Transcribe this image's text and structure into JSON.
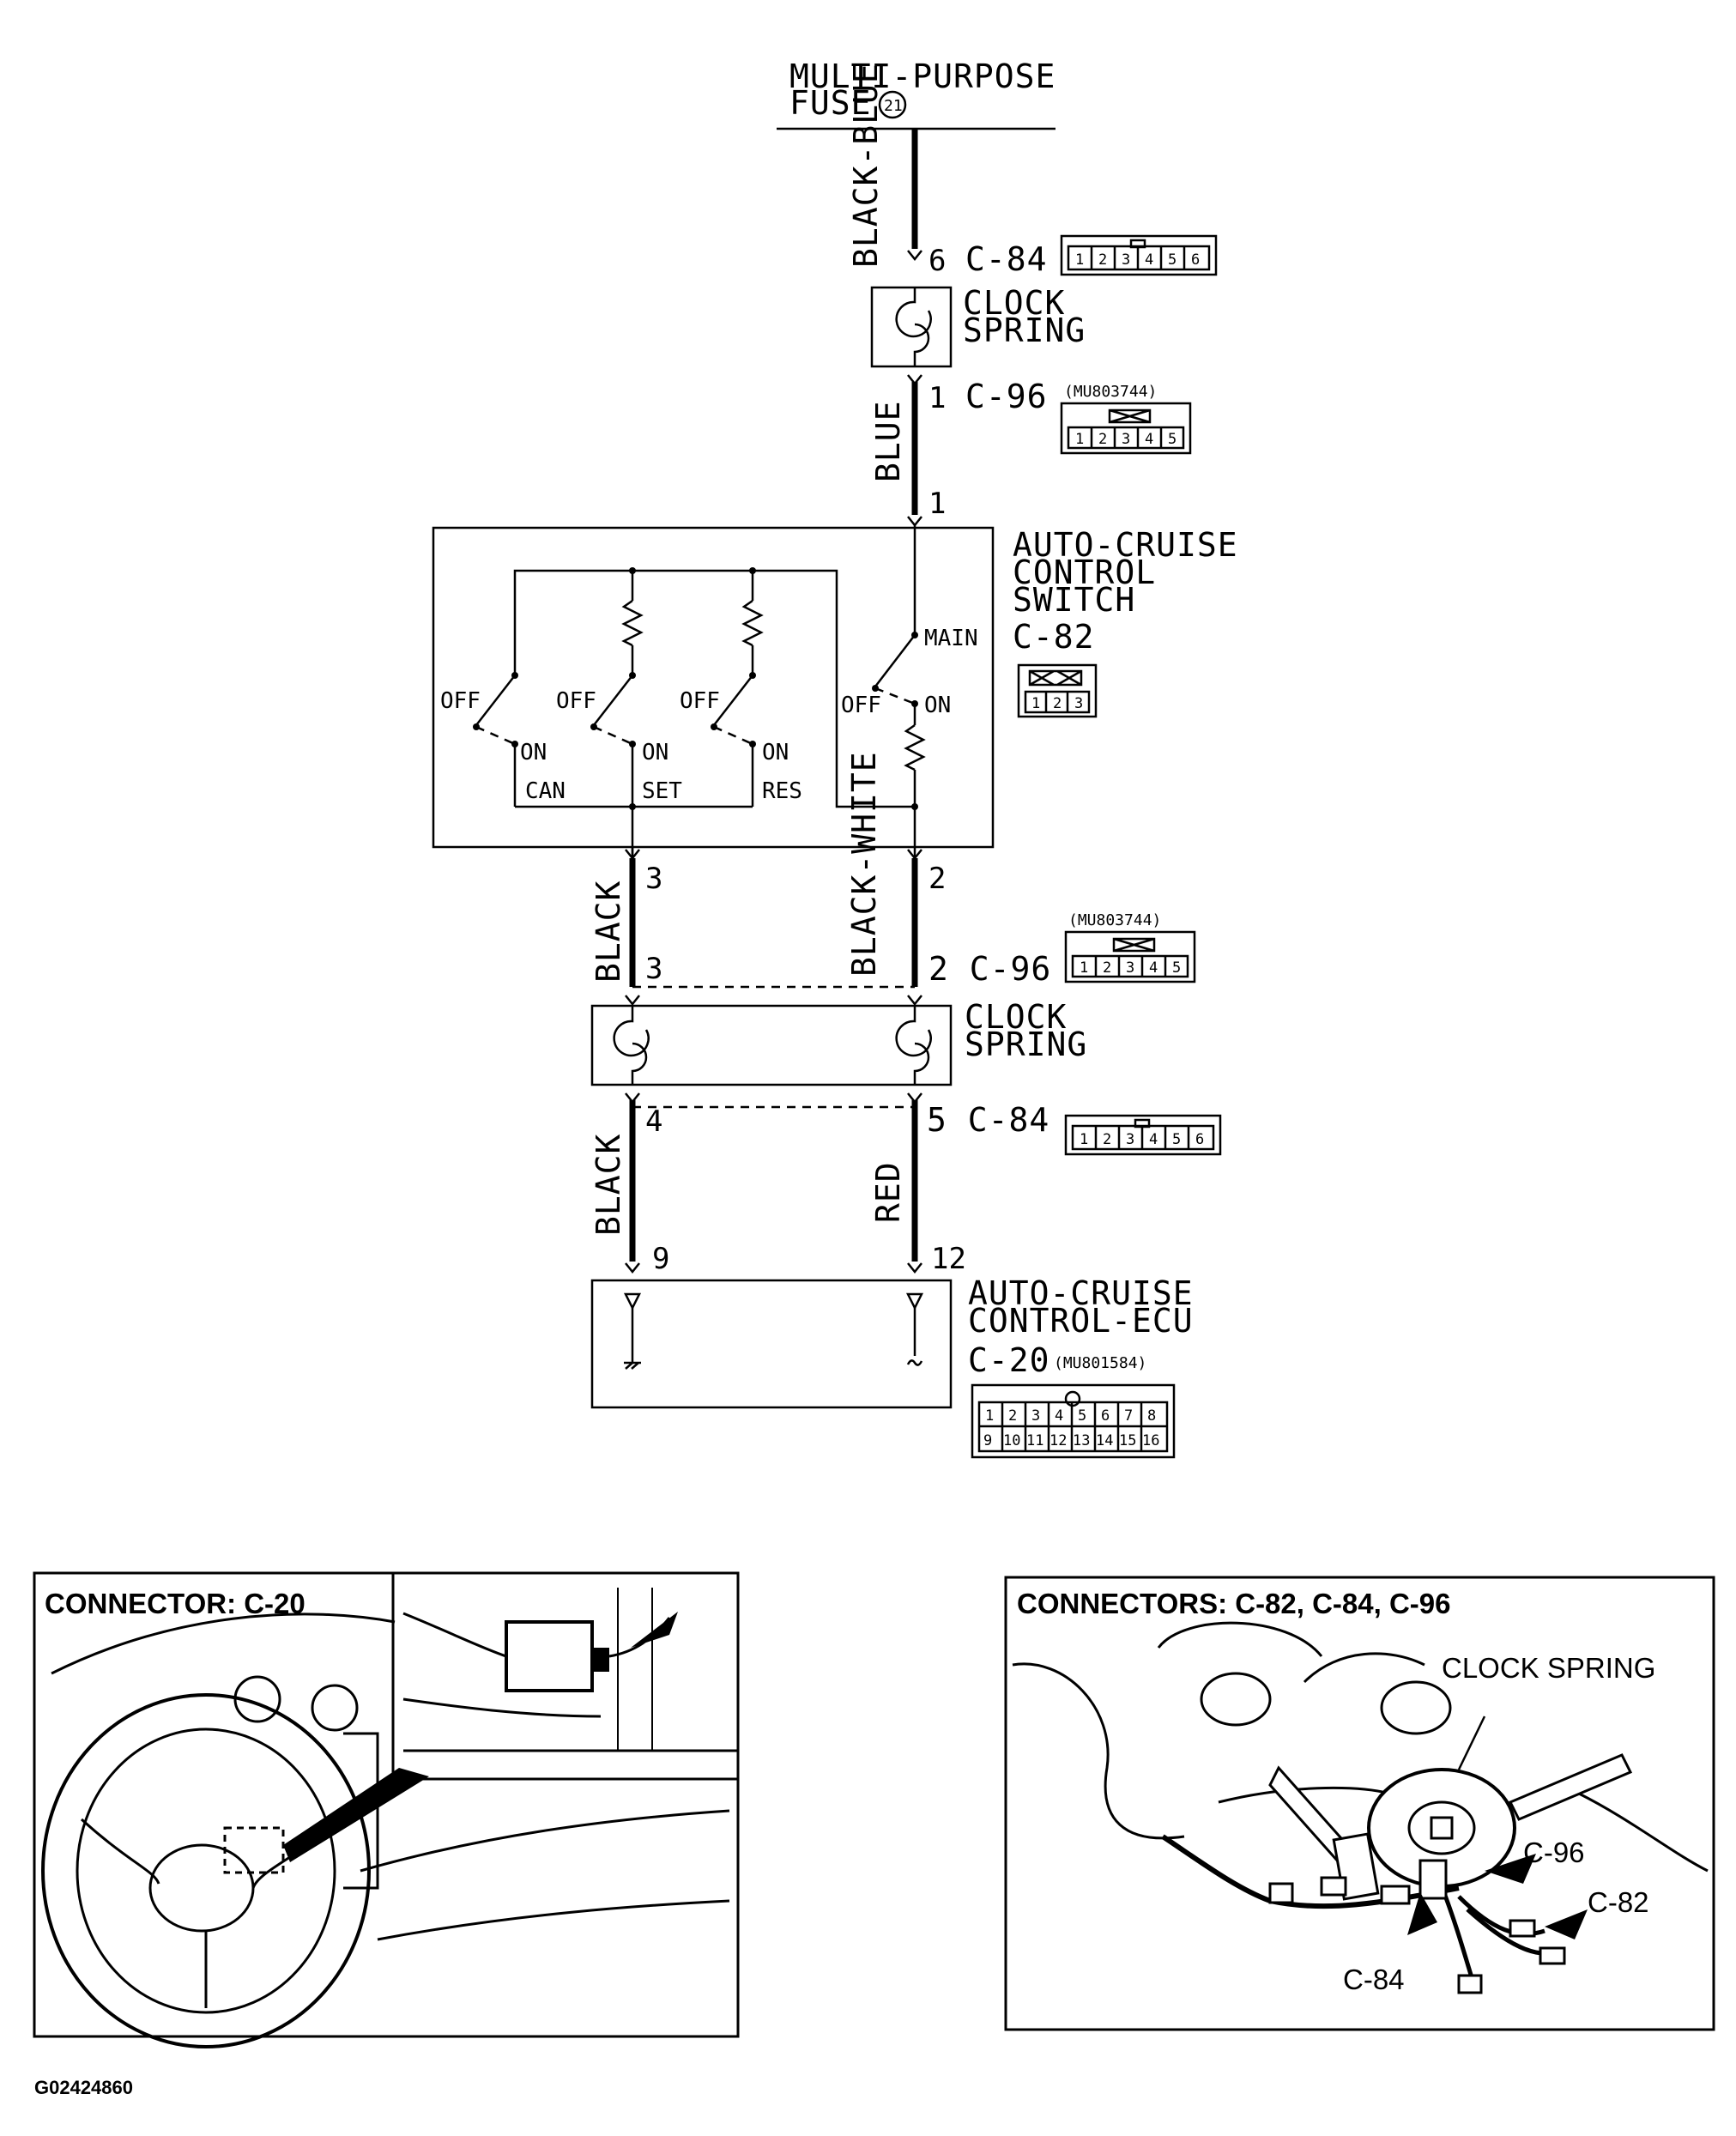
{
  "diagram": {
    "fuse": {
      "line1": "MULTI-PURPOSE",
      "line2": "FUSE",
      "fuse_number": "21"
    },
    "wires": {
      "top": "BLACK-BLUE",
      "upper_mid": "BLUE",
      "left_mid": "BLACK",
      "right_mid": "BLACK-WHITE",
      "left_bottom": "BLACK",
      "right_bottom": "RED"
    },
    "connectors": {
      "c84_top": {
        "pin": "6",
        "name": "C-84",
        "cells": [
          "1",
          "2",
          "3",
          "4",
          "5",
          "6"
        ]
      },
      "c96_top": {
        "pin": "1",
        "name": "C-96",
        "part": "(MU803744)",
        "cells": [
          "1",
          "2",
          "3",
          "4",
          "5"
        ]
      },
      "c82": {
        "name": "C-82",
        "cells": [
          "1",
          "2",
          "3"
        ]
      },
      "c96_mid": {
        "name": "2 C-96",
        "part": "(MU803744)",
        "cells": [
          "1",
          "2",
          "3",
          "4",
          "5"
        ]
      },
      "c84_bottom": {
        "name": "5 C-84",
        "cells": [
          "1",
          "2",
          "3",
          "4",
          "5",
          "6"
        ]
      },
      "c20": {
        "name": "C-20",
        "part": "(MU801584)",
        "row1": [
          "1",
          "2",
          "3",
          "4",
          "5",
          "6",
          "7",
          "8"
        ],
        "row2": [
          "9",
          "10",
          "11",
          "12",
          "13",
          "14",
          "15",
          "16"
        ]
      }
    },
    "components": {
      "clock_spring_top": {
        "line1": "CLOCK",
        "line2": "SPRING"
      },
      "clock_spring_mid": {
        "line1": "CLOCK",
        "line2": "SPRING"
      },
      "switch": {
        "line1": "AUTO-CRUISE",
        "line2": "CONTROL",
        "line3": "SWITCH"
      },
      "ecu": {
        "line1": "AUTO-CRUISE",
        "line2": "CONTROL-ECU"
      }
    },
    "switch_labels": {
      "main": "MAIN",
      "off": "OFF",
      "on": "ON",
      "can": "CAN",
      "set": "SET",
      "res": "RES"
    },
    "pins": {
      "switch_in": "1",
      "switch_out_left": "3",
      "switch_out_right": "2",
      "c96_mid_left": "3",
      "c84_bottom_left": "4",
      "ecu_left": "9",
      "ecu_right": "12"
    }
  },
  "photos": {
    "left": {
      "title": "CONNECTOR: C-20"
    },
    "right": {
      "title": "CONNECTORS: C-82, C-84, C-96",
      "callouts": {
        "clock_spring": "CLOCK SPRING",
        "c96": "C-96",
        "c82": "C-82",
        "c84": "C-84"
      }
    }
  },
  "caption": "G02424860"
}
